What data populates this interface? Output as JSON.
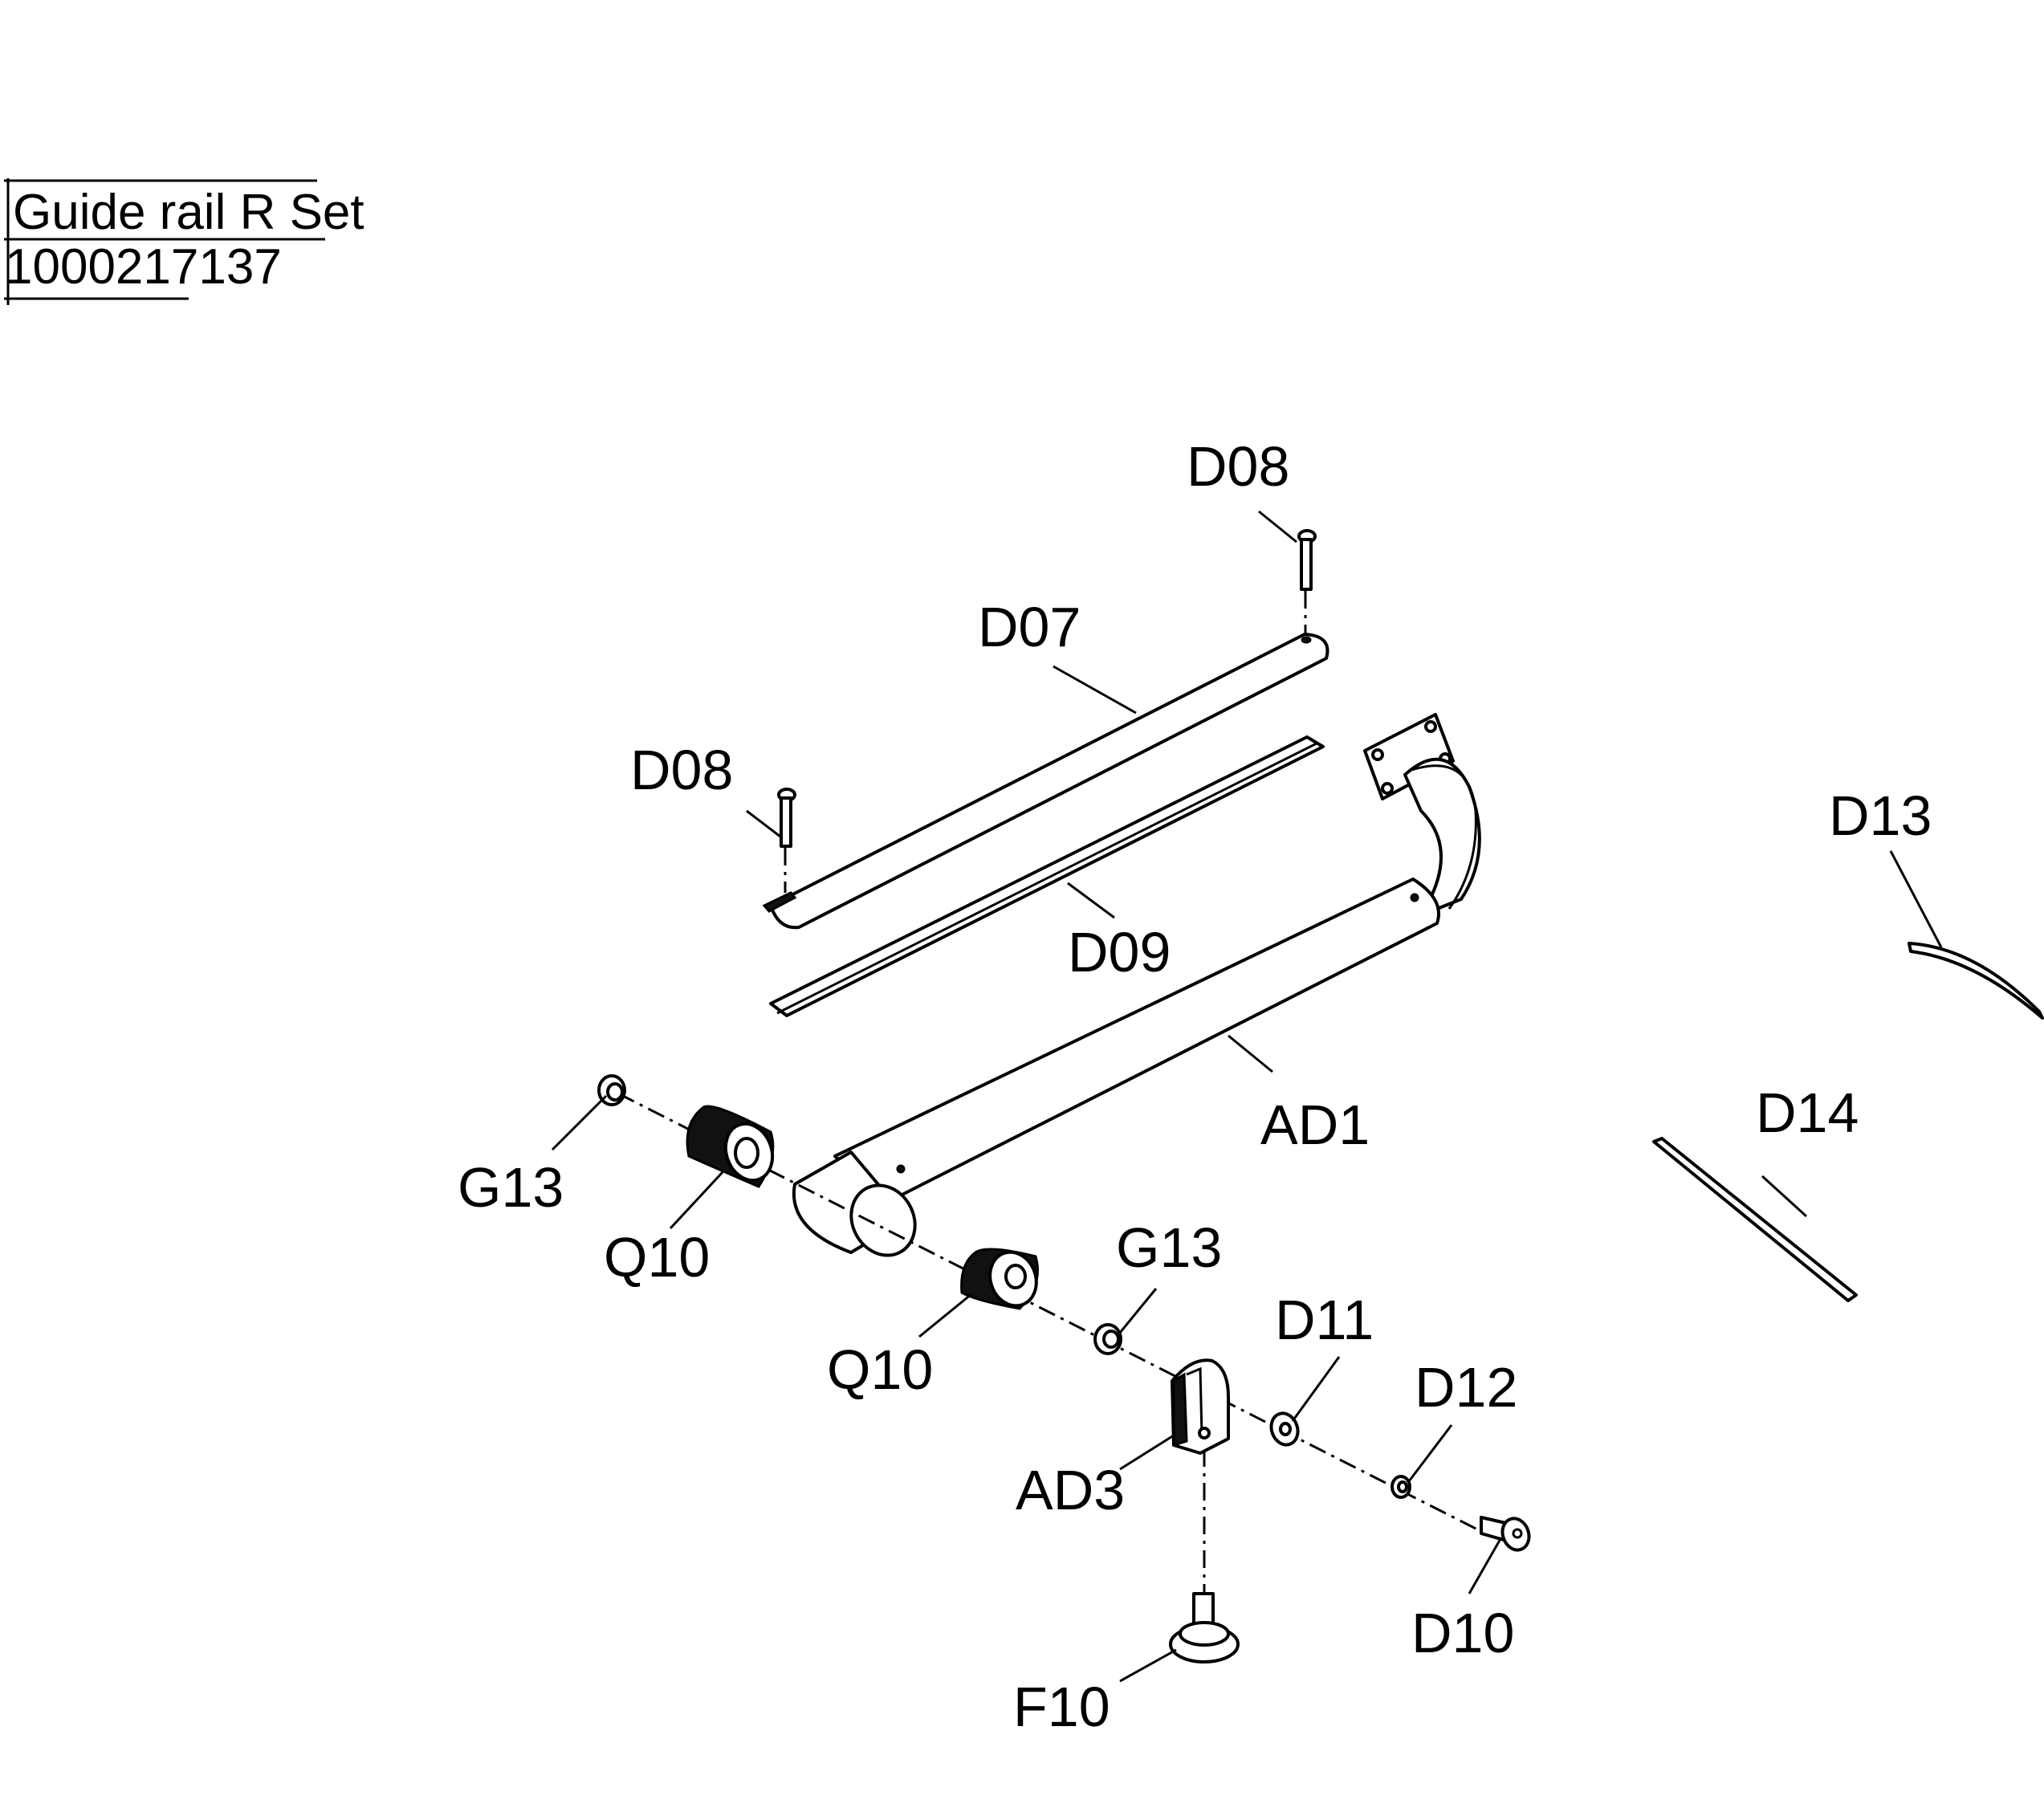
{
  "title_block": {
    "name": "Guide rail R Set",
    "part_number": "1000217137"
  },
  "callouts": {
    "d08_top": "D08",
    "d07": "D07",
    "d08_left": "D08",
    "d09": "D09",
    "d13": "D13",
    "d14": "D14",
    "ad1": "AD1",
    "g13_left": "G13",
    "q10_left": "Q10",
    "q10_right": "Q10",
    "g13_right": "G13",
    "d11": "D11",
    "d12": "D12",
    "ad3": "AD3",
    "d10": "D10",
    "f10": "F10"
  }
}
